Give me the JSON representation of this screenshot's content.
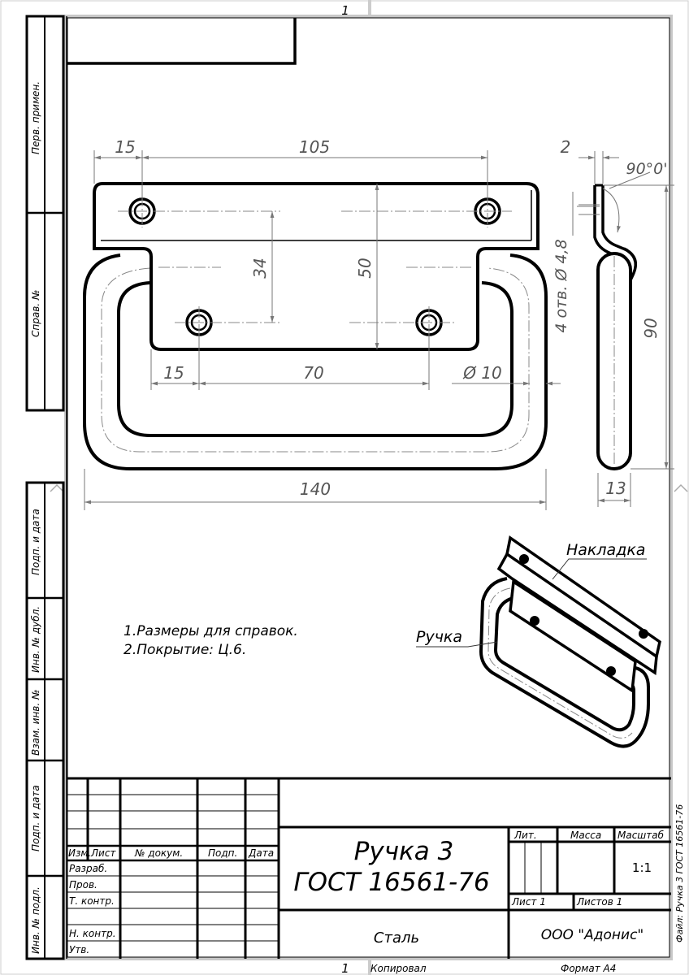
{
  "sheet": {
    "sheet_number_top": "1",
    "sheet_number_bottom": "1",
    "copied_label": "Копировал",
    "format_label": "Формат А4",
    "file_label": "Файл: Ручка 3 ГОСТ 16561-76"
  },
  "side_margin": {
    "perv_primen": "Перв. примен.",
    "sprav_no": "Справ. №",
    "podp_data_1": "Подп. и дата",
    "inv_dubl": "Инв. № дубл.",
    "vzam_inv": "Взам. инв. №",
    "podp_data_2": "Подп. и дата",
    "inv_podl": "Инв. № подл."
  },
  "dimensions": {
    "d15_top": "15",
    "d105": "105",
    "d34": "34",
    "d50": "50",
    "d15_bottom": "15",
    "d70": "70",
    "d10": "Ø 10",
    "d140": "140",
    "d2": "2",
    "d90deg": "90°0'",
    "holes": "4 отв. Ø 4,8",
    "d90": "90",
    "d13": "13"
  },
  "callouts": {
    "nakladka": "Накладка",
    "ruchka": "Ручка"
  },
  "notes": [
    "1.Размеры для справок.",
    "2.Покрытие: Ц.6."
  ],
  "title_block": {
    "title_line1": "Ручка 3",
    "title_line2": "ГОСТ 16561-76",
    "material": "Сталь",
    "company": "ООО \"Адонис\"",
    "lit": "Лит.",
    "massa": "Масса",
    "masshtab": "Масштаб",
    "scale": "1:1",
    "list": "Лист 1",
    "listov": "Листов 1",
    "headers": [
      "Изм.",
      "Лист",
      "№ докум.",
      "Подп.",
      "Дата"
    ],
    "roles": [
      "Разраб.",
      "Пров.",
      "Т. контр.",
      "Н. контр.",
      "Утв."
    ]
  }
}
